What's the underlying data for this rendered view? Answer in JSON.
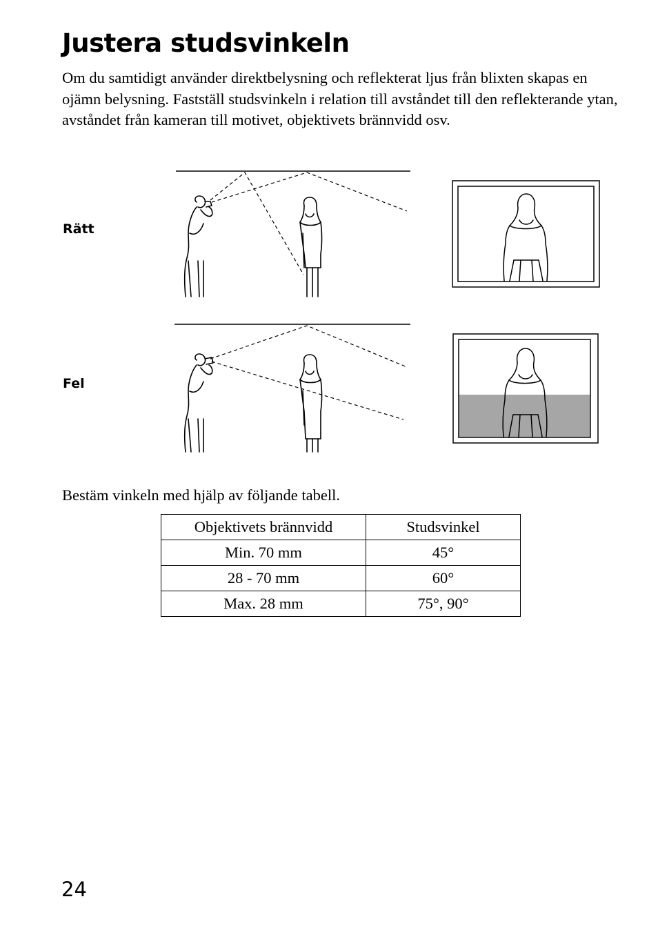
{
  "page": {
    "title": "Justera studsvinkeln",
    "intro": "Om du samtidigt använder direktbelysning och reflekterat ljus från blixten skapas en ojämn belysning. Fastställ studsvinkeln i relation till avståndet till den reflekterande ytan, avståndet från kameran till motivet, objektivets brännvidd osv.",
    "page_number": "24"
  },
  "figures": {
    "correct_label": "Rätt",
    "wrong_label": "Fel"
  },
  "table_intro": "Bestäm vinkeln med hjälp av följande tabell.",
  "table": {
    "headers": [
      "Objektivets brännvidd",
      "Studsvinkel"
    ],
    "rows": [
      [
        "Min. 70 mm",
        "45°"
      ],
      [
        "28 - 70 mm",
        "60°"
      ],
      [
        "Max. 28 mm",
        "75°, 90°"
      ]
    ]
  }
}
